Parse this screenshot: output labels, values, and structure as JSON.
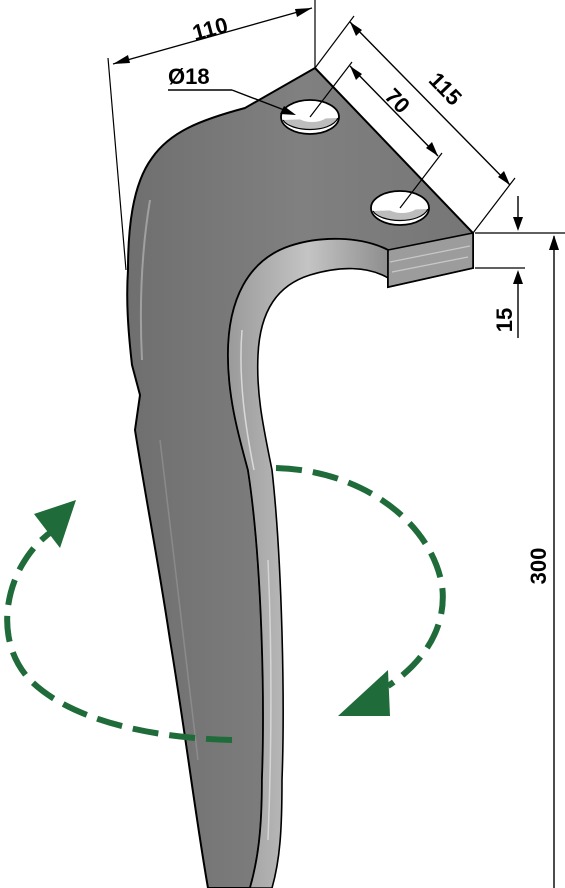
{
  "dimensions": {
    "top_width": "110",
    "hole_diameter": "Ø18",
    "hole_spacing": "70",
    "flange_length": "115",
    "thickness": "15",
    "height": "300"
  },
  "colors": {
    "steel": "#7d7d7d",
    "steel_light": "#a9a9a9",
    "steel_dark": "#5e5e5e",
    "outline": "#000000",
    "rotation_arrow": "#1f6b3a"
  },
  "icons": {
    "rotation": "rotate-arrows-icon"
  }
}
